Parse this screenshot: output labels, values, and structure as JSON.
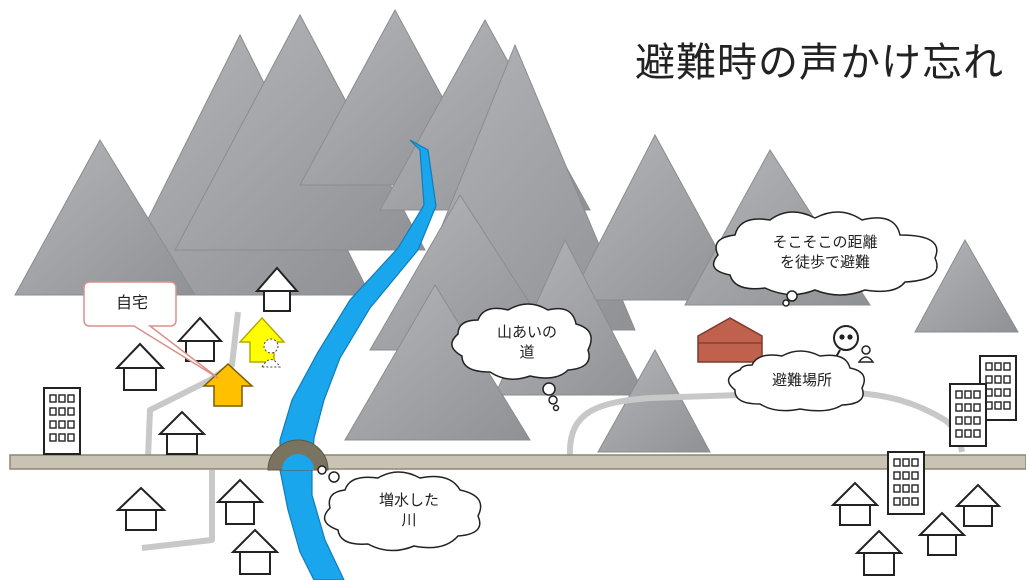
{
  "title": "避難時の声かけ忘れ",
  "labels": {
    "home": "自宅",
    "distance_line1": "そこそこの距離",
    "distance_line2": "を徒歩で避難",
    "mountain_road_line1": "山あいの",
    "mountain_road_line2": "道",
    "shelter": "避難場所",
    "river_line1": "増水した",
    "river_line2": "川"
  },
  "colors": {
    "mountain": "#a5a7aa",
    "river": "#1aa6ec",
    "road": "#c9c3b3",
    "path": "#c8c8c8",
    "home": "#ffc000",
    "neighbor_house": "#ffff00",
    "shelter_building": "#c0614d",
    "callout_border": "#d9908a"
  }
}
